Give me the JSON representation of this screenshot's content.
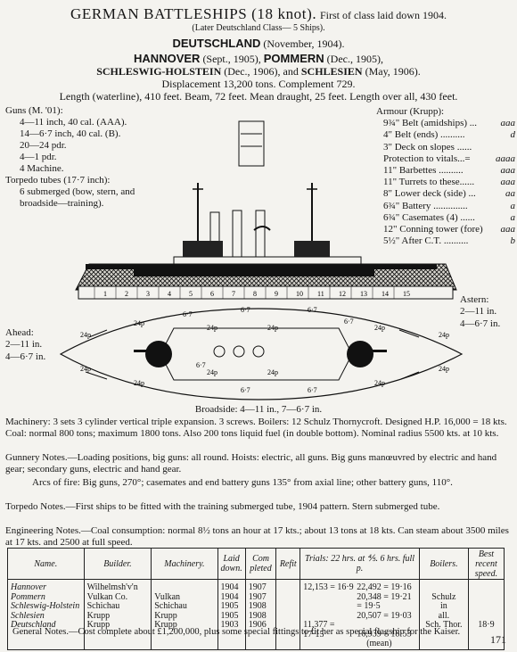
{
  "header": {
    "title": "GERMAN BATTLESHIPS (18 knot).",
    "first_laid": "First of class laid down 1904.",
    "later_class": "(Later Deutschland Class— 5 Ships)."
  },
  "ships_line1": {
    "name": "DEUTSCHLAND",
    "date": "(November, 1904)."
  },
  "ships_line2": {
    "name1": "HANNOVER",
    "date1": "(Sept., 1905),",
    "name2": "POMMERN",
    "date2": "(Dec., 1905),"
  },
  "ships_line3": {
    "name1": "SCHLESWIG-HOLSTEIN",
    "date1": "(Dec., 1906), and",
    "name2": "SCHLESIEN",
    "date2": "(May, 1906)."
  },
  "displacement": "Displacement 13,200 tons.  Complement 729.",
  "dimensions": "Length (waterline), 410 feet.   Beam, 72 feet.   Mean draught, 25 feet.   Length over all, 430 feet.",
  "guns": {
    "heading": "Guns (M. '01):",
    "items": [
      "4—11 inch, 40 cal. (AAA).",
      "14—6·7 inch, 40 cal. (B).",
      "20—24 pdr.",
      "4—1 pdr.",
      "4 Machine."
    ],
    "torpedo_heading": "Torpedo tubes (17·7 inch):",
    "torpedo": [
      "6 submerged (bow, stern, and",
      "broadside—training)."
    ]
  },
  "armour": {
    "heading": "Armour (Krupp):",
    "rows": [
      {
        "label": "9¾\" Belt (amidships) ...",
        "value": "aaa"
      },
      {
        "label": "4\" Belt (ends) ..........",
        "value": "d"
      },
      {
        "label": "3\" Deck on slopes ......",
        "value": ""
      },
      {
        "label": "Protection to vitals...=",
        "value": "aaaa"
      },
      {
        "label": "11\" Barbettes ..........",
        "value": "aaa"
      },
      {
        "label": "11\" Turrets to these......",
        "value": "aaa"
      },
      {
        "label": "8\" Lower deck (side) ...",
        "value": "aa"
      },
      {
        "label": "6¾\" Battery ..............",
        "value": "a"
      },
      {
        "label": "6¾\" Casemates (4) ......",
        "value": "a"
      },
      {
        "label": "12\" Conning tower (fore)",
        "value": "aaa"
      },
      {
        "label": "5½\" After C.T. ..........",
        "value": "b"
      }
    ]
  },
  "plan": {
    "ahead": [
      "Ahead:",
      "2—11 in.",
      "4—6·7 in."
    ],
    "astern": [
      "Astern:",
      "2—11 in.",
      "4—6·7 in."
    ],
    "broadside": "Broadside: 4—11 in., 7—6·7 in.",
    "sections": [
      "1",
      "2",
      "3",
      "4",
      "5",
      "6",
      "7",
      "8",
      "9",
      "10",
      "11",
      "12",
      "13",
      "14",
      "15"
    ],
    "gun_labels": {
      "g67": "6·7",
      "g24": "24p"
    }
  },
  "machinery": "Machinery: 3 sets 3 cylinder vertical triple expansion.  3 screws.  Boilers: 12 Schulz Thornycroft.  Designed H.P. 16,000 = 18 kts.  Coal: normal 800 tons; maximum 1800 tons.  Also 200 tons liquid fuel (in double bottom).  Nominal radius 5500 kts. at 10 kts.",
  "gunnery": "Gunnery Notes.—Loading positions, big guns: all round.  Hoists: electric, all guns.  Big guns manœuvred by electric and hand gear; secondary guns, electric and hand gear.",
  "arcs": "Arcs of fire: Big guns, 270°; casemates and end battery guns 135° from axial line; other battery guns, 110°.",
  "torpedo_notes": "Torpedo Notes.—First ships to be fitted with the training submerged tube, 1904 pattern.  Stern submerged tube.",
  "engineering": "Engineering Notes.—Coal consumption: normal 8½ tons an hour at 17 kts.; about 13 tons at 18 kts.  Can steam about 3500 miles at 17 kts. and 2500 at full speed.",
  "table": {
    "headers": [
      "Name.",
      "Builder.",
      "Machinery.",
      "Laid down.",
      "Com pleted",
      "Refit",
      "Trials: 22 hrs. at ⅘.   6 hrs. full p.",
      "Boilers.",
      "Best recent speed."
    ],
    "rows": [
      {
        "name": "Hannover",
        "builder": "Wilhelmsh'v'n",
        "machinery": "",
        "laid": "1904",
        "completed": "1907",
        "refit": "",
        "trial1": "12,153 = 16·9",
        "trial2": "22,492 = 19·16",
        "boilers": "",
        "speed": ""
      },
      {
        "name": "Pommern",
        "builder": "Vulkan Co.",
        "machinery": "Vulkan",
        "laid": "1904",
        "completed": "1907",
        "refit": "",
        "trial1": "",
        "trial2": "20,348 = 19·21",
        "boilers": "Schulz",
        "speed": ""
      },
      {
        "name": "Schleswig-Holstein",
        "builder": "Schichau",
        "machinery": "Schichau",
        "laid": "1905",
        "completed": "1908",
        "refit": "",
        "trial1": "",
        "trial2": "= 19·5",
        "boilers": "in",
        "speed": ""
      },
      {
        "name": "Schlesien",
        "builder": "Krupp",
        "machinery": "Krupp",
        "laid": "1905",
        "completed": "1908",
        "refit": "",
        "trial1": "",
        "trial2": "20,507 = 19·03",
        "boilers": "all.",
        "speed": ""
      },
      {
        "name": "Deutschland",
        "builder": "Krupp",
        "machinery": "Krupp",
        "laid": "1903",
        "completed": "1906",
        "refit": "",
        "trial1": "11,377 = 17·15",
        "trial2": "16,939 = 18·53",
        "boilers": "Sch. Thor.",
        "speed": "18·9"
      }
    ],
    "mean_note": "(mean)"
  },
  "general_notes": "General Notes.—Cost complete about £1,200,000, plus some special fittings to fit her as special flagship for the Kaiser.",
  "page_number": "171"
}
